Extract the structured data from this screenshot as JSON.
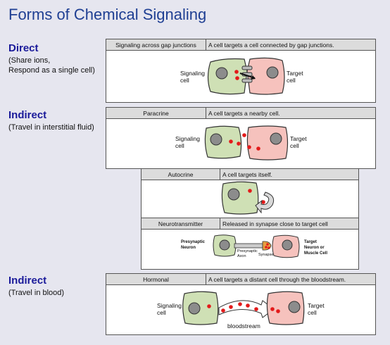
{
  "title": "Forms of Chemical Signaling",
  "sections": {
    "direct": {
      "heading": "Direct",
      "sub1": "(Share ions,",
      "sub2": "Respond as a single cell)"
    },
    "indirect1": {
      "heading": "Indirect",
      "sub": "(Travel in interstitial fluid)"
    },
    "indirect2": {
      "heading": "Indirect",
      "sub": "(Travel in blood)"
    }
  },
  "panels": {
    "gap": {
      "type": "Signaling across gap junctions",
      "desc": "A cell targets a cell connected by gap junctions.",
      "left_label": [
        "Signaling",
        "cell"
      ],
      "right_label": [
        "Target",
        "cell"
      ]
    },
    "paracrine": {
      "type": "Paracrine",
      "desc": "A cell targets a nearby cell.",
      "left_label": [
        "Signaling",
        "cell"
      ],
      "right_label": [
        "Target",
        "cell"
      ]
    },
    "autocrine": {
      "type": "Autocrine",
      "desc": "A cell targets itself."
    },
    "neuro": {
      "type": "Neurotransmitter",
      "desc": "Released in synapse close to target cell",
      "left_label": [
        "Presynaptic",
        "Neuron"
      ],
      "axon_label": [
        "Presynaptic",
        "Axon"
      ],
      "synapse_label": "Synapse",
      "right_label": [
        "Target",
        "Neuron or",
        "Muscle Cell"
      ]
    },
    "hormonal": {
      "type": "Hormonal",
      "desc": "A cell targets a distant cell through the bloodstream.",
      "left_label": [
        "Signaling",
        "cell"
      ],
      "right_label": [
        "Target",
        "cell"
      ],
      "stream_label": "bloodstream"
    }
  },
  "colors": {
    "title": "#1f3f93",
    "heading": "#1a1a9a",
    "signaling_cell": "#cfe0b5",
    "target_cell": "#f6c2bd",
    "molecule": "#e31a1a"
  }
}
